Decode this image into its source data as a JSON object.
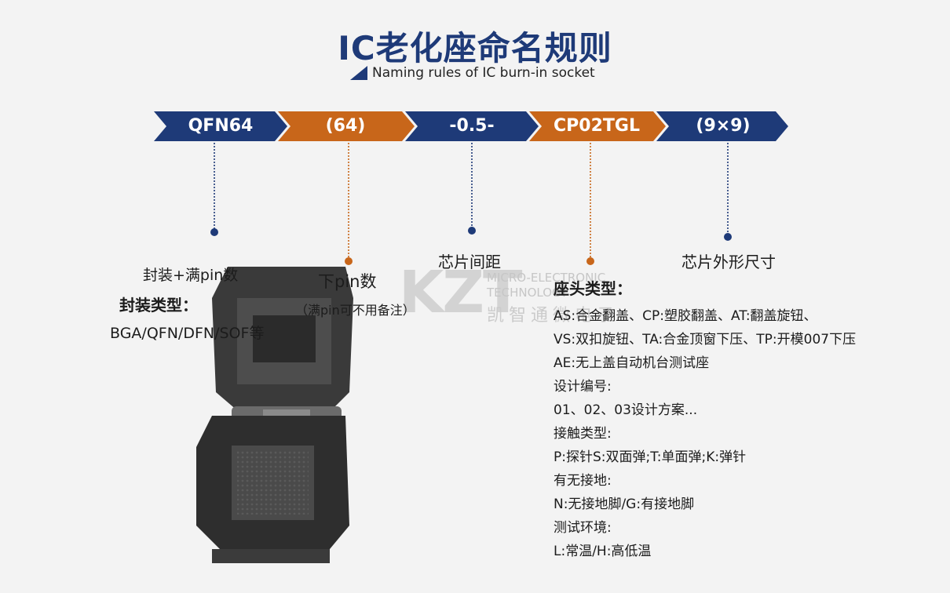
{
  "title": "IC老化座命名规则",
  "subtitle": "Naming rules of IC burn-in socket",
  "colors": {
    "navy": "#1e3a78",
    "orange": "#c8661a",
    "background": "#f3f3f3"
  },
  "segments": [
    {
      "label": "QFN64",
      "color": "navy"
    },
    {
      "label": "(64)",
      "color": "orange"
    },
    {
      "label": "-0.5-",
      "color": "navy"
    },
    {
      "label": "CP02TGL",
      "color": "orange"
    },
    {
      "label": "(9×9)",
      "color": "navy"
    }
  ],
  "labels": {
    "package_pin": "封装+满pin数",
    "package_type": "封装类型：",
    "package_examples": "BGA/QFN/DFN/SOF等",
    "lower_pin": "下pin数",
    "lower_pin_note": "（满pin可不用备注）",
    "pitch": "芯片间距",
    "chip_size": "芯片外形尺寸"
  },
  "watermark": {
    "logo": "KZT",
    "line1": "MICRO-ELECTRONIC",
    "line2": "TECHNOLOGY",
    "cn": "凯智通微电子"
  },
  "socket_head": {
    "heading": "座头类型：",
    "lines": [
      "AS:合金翻盖、CP:塑胶翻盖、AT:翻盖旋钮、",
      "VS:双扣旋钮、TA:合金顶窗下压、TP:开模007下压",
      "AE:无上盖自动机台测试座",
      "设计编号:",
      "01、02、03设计方案...",
      "接触类型:",
      "P:探针S:双面弹;T:单面弹;K:弹针",
      "有无接地:",
      "N:无接地脚/G:有接地脚",
      "测试环境:",
      "L:常温/H:高低温"
    ]
  }
}
